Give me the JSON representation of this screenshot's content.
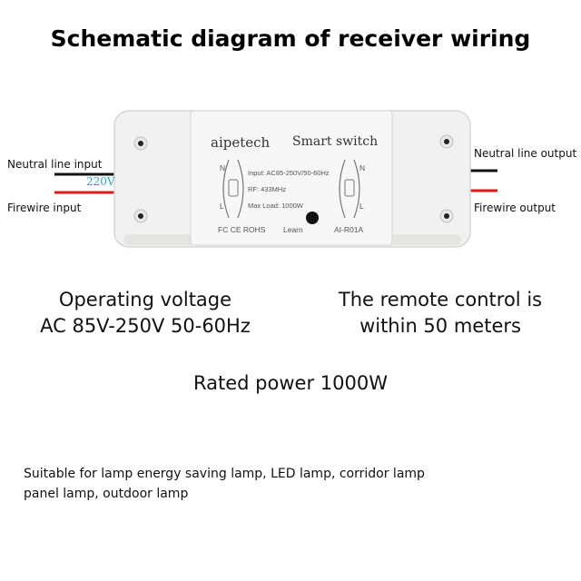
{
  "title": "Schematic diagram of receiver wiring",
  "wires": {
    "neutral_in": "Neutral line input",
    "fire_in": "Firewire input",
    "neutral_out": "Neutral line output",
    "fire_out": "Firewire output",
    "voltage": "220V"
  },
  "device": {
    "brand": "aipetech",
    "product": "Smart switch",
    "spec_input": "Input: AC85-250V/50-60Hz",
    "spec_rf": "RF:      433MHz",
    "spec_load": "Max Load:  1000W",
    "certs": "FC  CE  ROHS",
    "learn": "Learn",
    "model": "AI-R01A",
    "terminal_n": "N",
    "terminal_l": "L"
  },
  "specs": {
    "operating_voltage_line1": "Operating voltage",
    "operating_voltage_line2": "AC 85V-250V 50-60Hz",
    "remote_line1": "The remote control is",
    "remote_line2": "within 50 meters",
    "rated_power": "Rated power 1000W"
  },
  "suitable": {
    "line1": "Suitable for lamp energy saving lamp, LED lamp, corridor lamp",
    "line2": "panel lamp, outdoor lamp"
  },
  "colors": {
    "red_wire": "#e01818",
    "black_wire": "#111111",
    "voltage_text": "#2aa7c9"
  }
}
